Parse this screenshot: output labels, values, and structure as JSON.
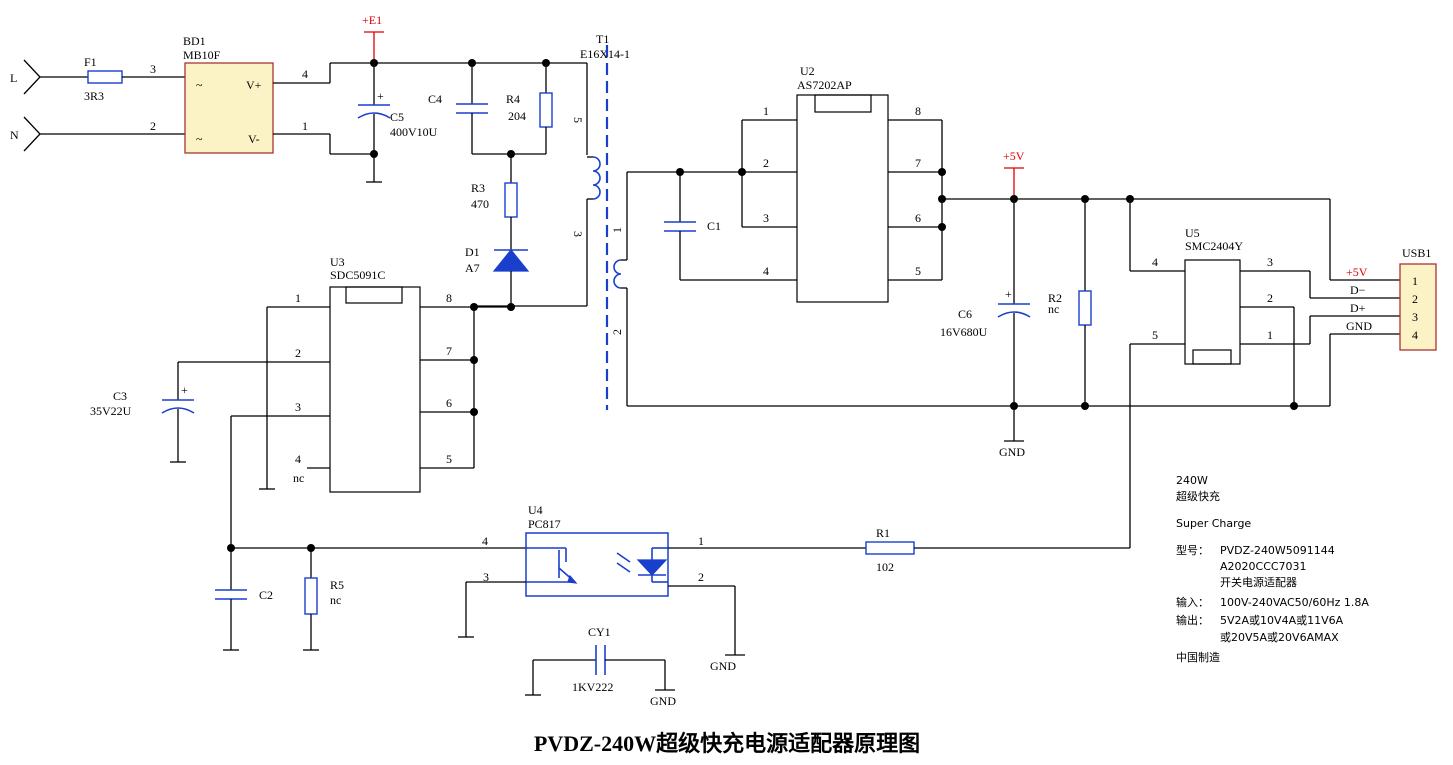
{
  "title": "PVDZ-240W超级快充电源适配器原理图",
  "input": {
    "line": "L",
    "neutral": "N"
  },
  "F1": {
    "ref": "F1",
    "value": "3R3",
    "pin_in": "3"
  },
  "BD1": {
    "ref": "BD1",
    "part": "MB10F",
    "pin_vp": "4",
    "pin_vm": "1",
    "pin_ac2": "2",
    "vplus": "V+",
    "vminus": "V-",
    "ac": "~"
  },
  "E1": {
    "label": "+E1"
  },
  "C5": {
    "ref": "C5",
    "value": "400V10U",
    "polarity": "+"
  },
  "C4": {
    "ref": "C4"
  },
  "R4": {
    "ref": "R4",
    "value": "204"
  },
  "R3": {
    "ref": "R3",
    "value": "470"
  },
  "D1": {
    "ref": "D1",
    "value": "A7"
  },
  "T1": {
    "ref": "T1",
    "part": "E16X14-1",
    "pins": [
      "5",
      "3",
      "1",
      "2"
    ]
  },
  "U3": {
    "ref": "U3",
    "part": "SDC5091C",
    "pins": [
      "1",
      "2",
      "3",
      "4",
      "5",
      "6",
      "7",
      "8"
    ],
    "nc": "nc"
  },
  "C3": {
    "ref": "C3",
    "value": "35V22U",
    "polarity": "+"
  },
  "U2": {
    "ref": "U2",
    "part": "AS7202AP",
    "pins": [
      "1",
      "2",
      "3",
      "4",
      "5",
      "6",
      "7",
      "8"
    ]
  },
  "C1": {
    "ref": "C1"
  },
  "P5V": {
    "label": "+5V"
  },
  "C6": {
    "ref": "C6",
    "value": "16V680U",
    "polarity": "+"
  },
  "R2": {
    "ref": "R2",
    "value": "nc"
  },
  "U5": {
    "ref": "U5",
    "part": "SMC2404Y",
    "pins": [
      "1",
      "2",
      "3",
      "4",
      "5"
    ]
  },
  "USB1": {
    "ref": "USB1",
    "pins": [
      "1",
      "2",
      "3",
      "4"
    ],
    "signals": [
      "+5V",
      "D−",
      "D+",
      "GND"
    ]
  },
  "gnd": "GND",
  "U4": {
    "ref": "U4",
    "part": "PC817",
    "pins": [
      "1",
      "2",
      "3",
      "4"
    ]
  },
  "R1": {
    "ref": "R1",
    "value": "102"
  },
  "C2": {
    "ref": "C2"
  },
  "R5": {
    "ref": "R5",
    "value": "nc"
  },
  "CY1": {
    "ref": "CY1",
    "value": "1KV222"
  },
  "info": {
    "power": "240W",
    "cn_name": "超级快充",
    "en_name": "Super Charge",
    "model_label": "型号：",
    "model": "PVDZ-240W5091144",
    "model2": "A2020CCC7031",
    "desc": "开关电源适配器",
    "input_label": "输入：",
    "input": "100V-240VAC50/60Hz 1.8A",
    "output_label": "输出：",
    "output": "5V2A或10V4A或11V6A",
    "output2": "或20V5A或20V6AMAX",
    "made": "中国制造"
  }
}
